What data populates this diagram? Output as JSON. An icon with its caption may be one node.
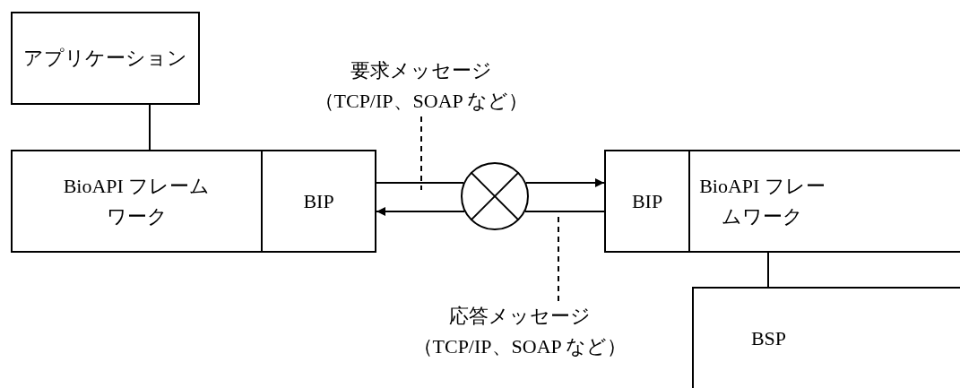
{
  "diagram": {
    "nodes": [
      {
        "text": [
          "アプリケーション"
        ]
      },
      {
        "text": [
          "BioAPI フレームワーク"
        ]
      },
      {
        "text": [
          "BIP"
        ]
      },
      {
        "text": [],
        "shape": "circle"
      },
      {
        "text": [
          "BIP"
        ]
      },
      {
        "text": [
          "BioAPI フレームワーク"
        ]
      },
      {
        "text": [
          "BSP"
        ]
      },
      {
        "text": [
          "要求メッセージ",
          "（TCP/IP、SOAP など）"
        ]
      },
      {
        "text": [
          "応答メッセージ",
          "（TCP/IP、SOAP など）"
        ]
      }
    ],
    "edges": [
      {
        "from": 0,
        "to": 1,
        "arrow": "none"
      },
      {
        "from": 2,
        "to": 3,
        "arrow": "none"
      },
      {
        "from": 3,
        "to": 4,
        "arrow": "to"
      },
      {
        "from": 4,
        "to": 3,
        "arrow": "none"
      },
      {
        "from": 3,
        "to": 2,
        "arrow": "to"
      },
      {
        "from": 5,
        "to": 6,
        "arrow": "none"
      },
      {
        "from": 7,
        "to": null,
        "arrow": "none",
        "style": "dashed"
      },
      {
        "from": 8,
        "to": null,
        "arrow": "none",
        "style": "dashed"
      }
    ]
  }
}
